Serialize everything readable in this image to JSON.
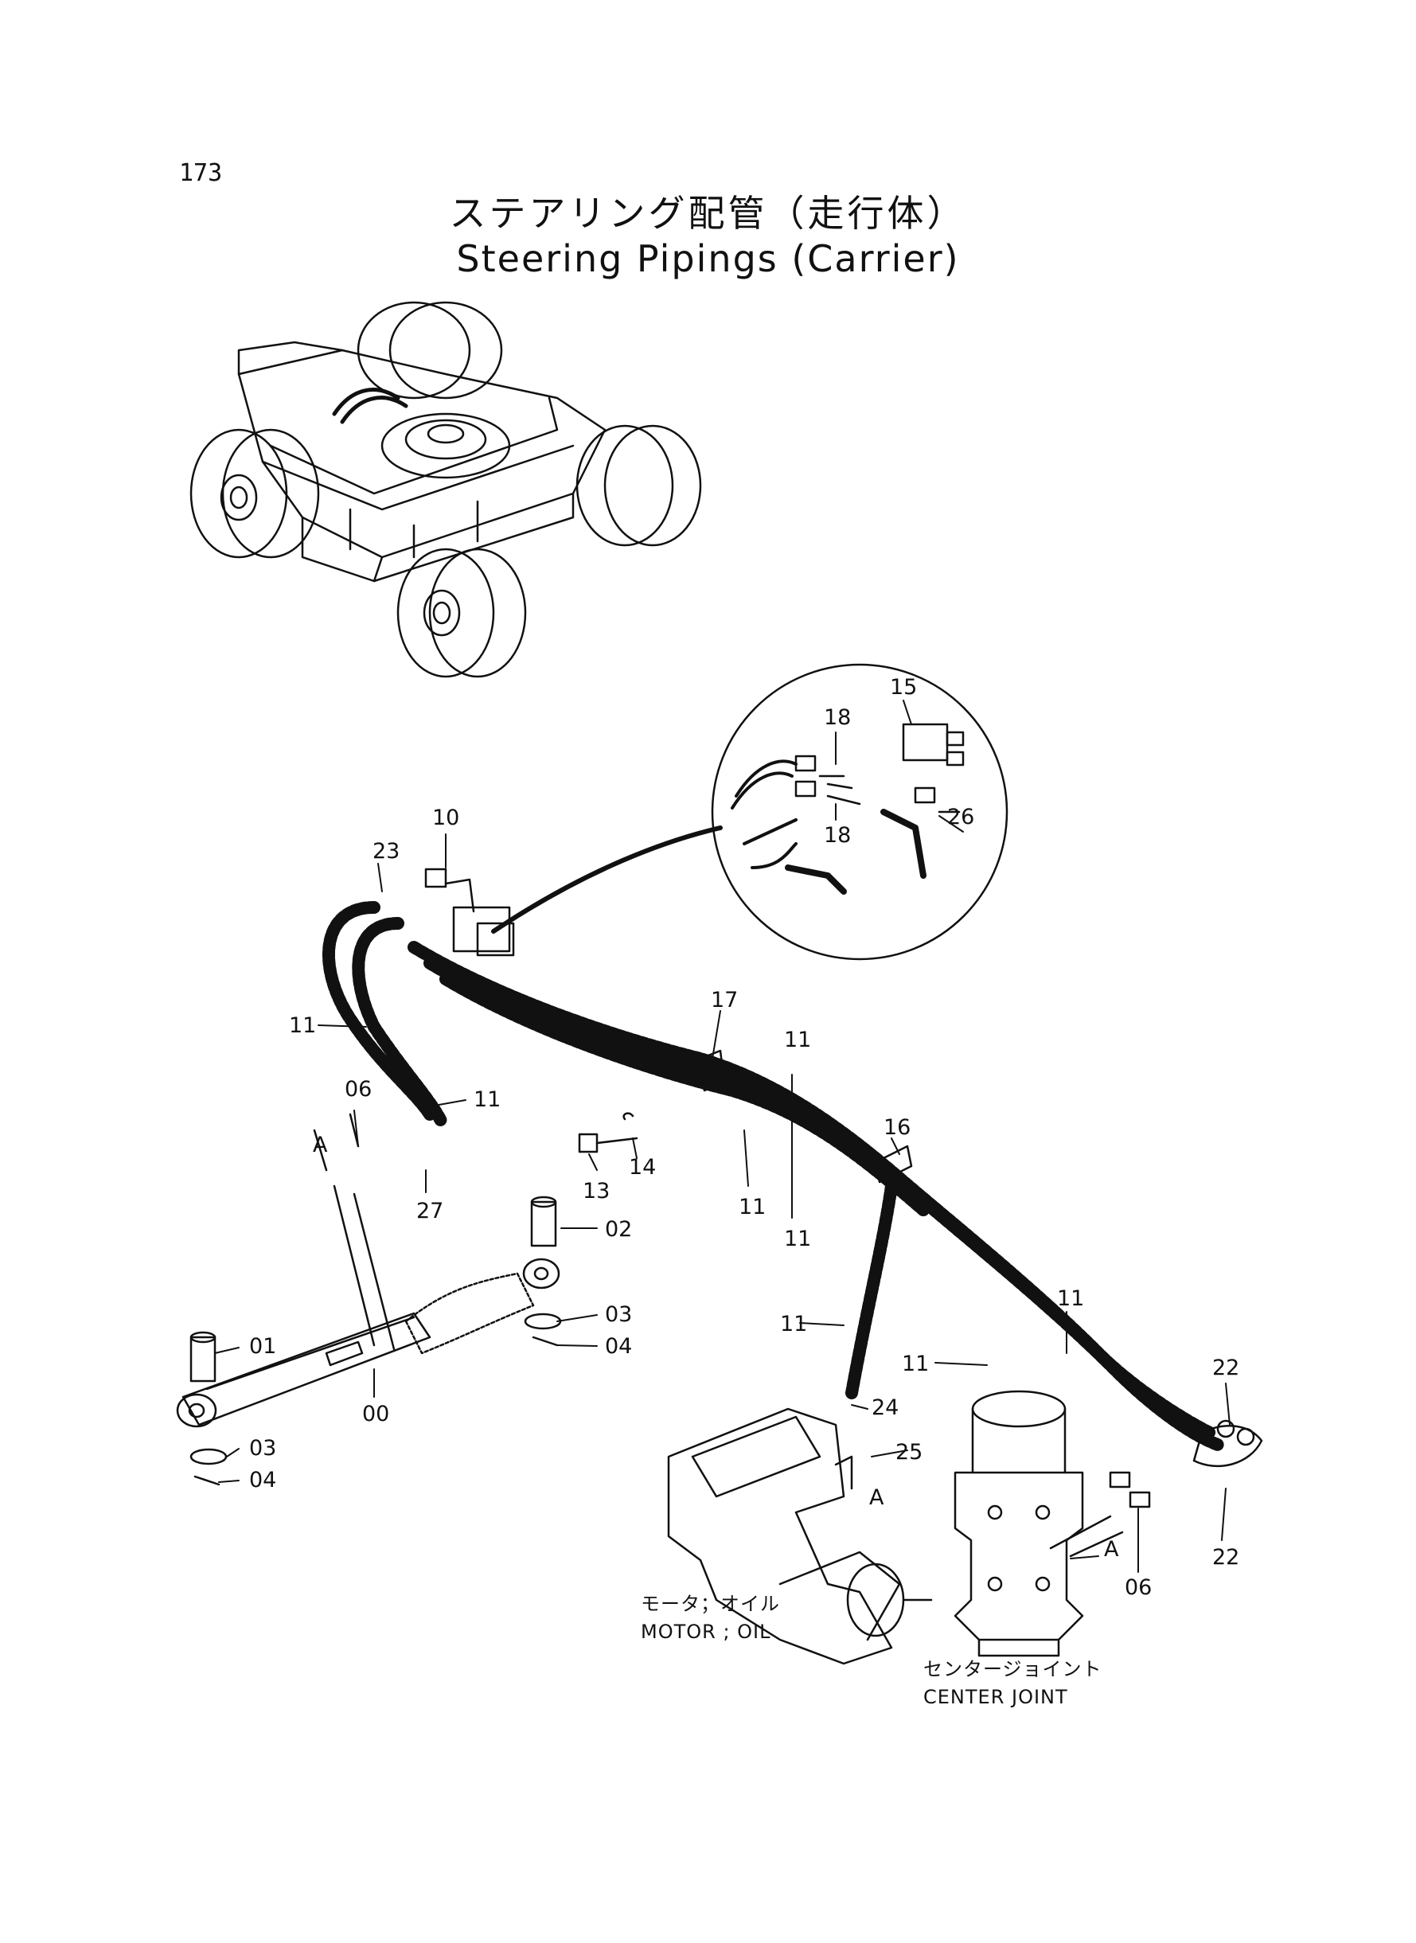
{
  "page_number": "173",
  "title_jp": "ステアリング配管（走行体）",
  "title_en": "Steering Pipings (Carrier)",
  "components": {
    "motor_jp": "モータ；オイル",
    "motor_en": "MOTOR ; OIL",
    "joint_jp": "センタージョイント",
    "joint_en": "CENTER JOINT"
  },
  "detail_marker": "A",
  "part_labels": {
    "p00": "00",
    "p01": "01",
    "p02": "02",
    "p03": "03",
    "p04": "04",
    "p06": "06",
    "p10": "10",
    "p11": "11",
    "p13": "13",
    "p14": "14",
    "p15": "15",
    "p16": "16",
    "p17": "17",
    "p18": "18",
    "p22": "22",
    "p23": "23",
    "p24": "24",
    "p25": "25",
    "p26": "26",
    "p27": "27"
  }
}
